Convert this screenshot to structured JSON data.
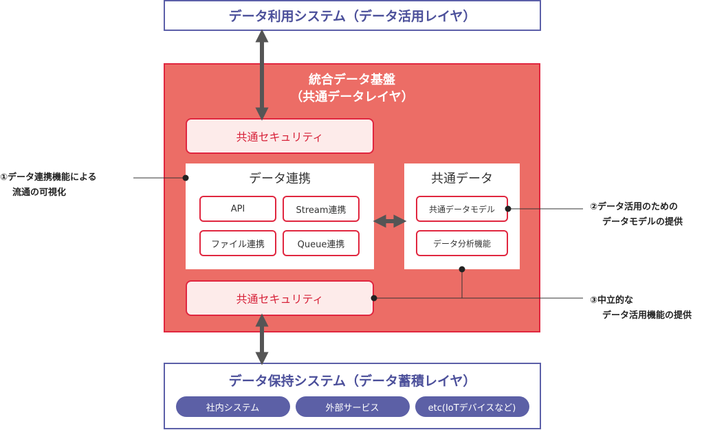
{
  "top_layer": {
    "title": "データ利用システム（データ活用レイヤ）"
  },
  "platform": {
    "title_line1": "統合データ基盤",
    "title_line2": "（共通データレイヤ）",
    "security_top": "共通セキュリティ",
    "security_bottom": "共通セキュリティ",
    "data_link": {
      "title": "データ連携",
      "items": [
        "API",
        "Stream連携",
        "ファイル連携",
        "Queue連携"
      ]
    },
    "common_data": {
      "title": "共通データ",
      "items": [
        "共通データモデル",
        "データ分析機能"
      ]
    }
  },
  "bottom_layer": {
    "title": "データ保持システム（データ蓄積レイヤ）",
    "systems": [
      "社内システム",
      "外部サービス",
      "etc(IoTデバイスなど)"
    ]
  },
  "annotations": [
    {
      "line1": "①データ連携機能による",
      "line2": "流通の可視化"
    },
    {
      "line1": "②データ活用のための",
      "line2": "データモデルの提供"
    },
    {
      "line1": "③中立的な",
      "line2": "データ活用機能の提供"
    }
  ],
  "colors": {
    "layer_border": "#5b5fa8",
    "platform_fill": "#ec6d66",
    "accent_red": "#e0263f",
    "arrow_gray": "#555555"
  }
}
